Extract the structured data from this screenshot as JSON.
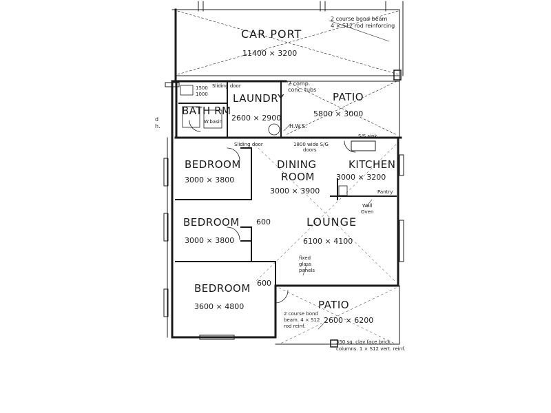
{
  "rooms": {
    "carport": {
      "name": "CAR PORT",
      "dims": "11400 × 3200"
    },
    "patio_top": {
      "name": "PATIO",
      "dims": "5800 × 3000"
    },
    "laundry": {
      "name": "LAUNDRY",
      "dims": "2600 × 2900"
    },
    "bath": {
      "name": "BATH RM"
    },
    "bedroom1": {
      "name": "BEDROOM",
      "dims": "3000 × 3800"
    },
    "bedroom2": {
      "name": "BEDROOM",
      "dims": "3000 × 3800"
    },
    "bedroom3": {
      "name": "BEDROOM",
      "dims": "3600 × 4800"
    },
    "dining": {
      "name1": "DINING",
      "name2": "ROOM",
      "dims": "3000 × 3900"
    },
    "kitchen": {
      "name": "KITCHEN",
      "dims": "3000 × 3200"
    },
    "lounge": {
      "name": "LOUNGE",
      "dims": "6100 × 4100"
    },
    "patio_bottom": {
      "name": "PATIO",
      "dims": "2600 × 6200"
    }
  },
  "annotations": {
    "bond_beam_top_1": "2 course bond beam",
    "bond_beam_top_2": "4 × S12 rod reinforcing",
    "comp_tubs_1": "2 comp.",
    "comp_tubs_2": "conc. tubs",
    "sliding_door_top": "Sliding door",
    "shower_1": "1500",
    "shower_2": "1000",
    "wbasin": "W.basin",
    "hws": "H.W.S.",
    "ss_sink": "S/S sink",
    "sliding_door": "Sliding door",
    "sliding_doors_1": "1800 wide S/G",
    "sliding_doors_2": "doors",
    "pantry": "Pantry",
    "wall_oven_1": "Wall",
    "wall_oven_2": "Oven",
    "dim_600_a": "600",
    "dim_600_b": "600",
    "fixed_glass_1": "fixed",
    "fixed_glass_2": "glass",
    "fixed_glass_3": "panels",
    "bond_beam_bottom_1": "2 course bond",
    "bond_beam_bottom_2": "beam. 4 × S12",
    "bond_beam_bottom_3": "rod reinf.",
    "columns_1": "350 sq. clay face brick",
    "columns_2": "columns. 1 × S12 vert. reinf.",
    "margin_1": "d",
    "margin_2": "h."
  }
}
